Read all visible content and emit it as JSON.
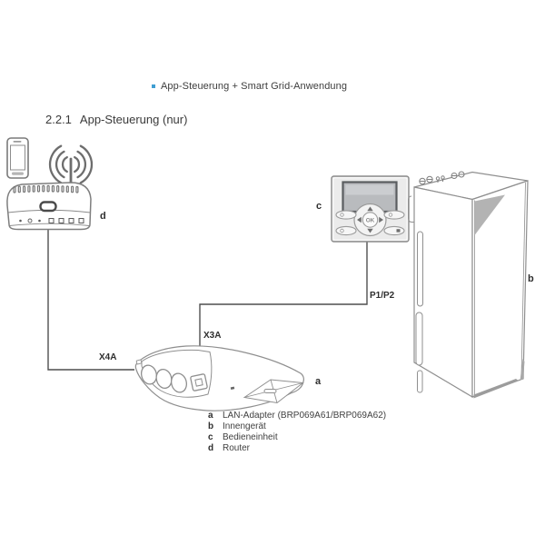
{
  "intro": {
    "bullet_text": "App-Steuerung + Smart Grid-Anwendung"
  },
  "heading": {
    "number": "2.2.1",
    "title": "App-Steuerung (nur)"
  },
  "diagram": {
    "wire_labels": {
      "x4a": "X4A",
      "x3a": "X3A",
      "p1p2": "P1/P2"
    },
    "device_labels": {
      "lan_adapter": "a",
      "indoor_unit": "b",
      "controller": "c",
      "router": "d"
    },
    "controller": {
      "ok_button": "OK"
    },
    "legend": [
      {
        "key": "a",
        "label": "LAN-Adapter (BRP069A61/BRP069A62)"
      },
      {
        "key": "b",
        "label": "Innengerät"
      },
      {
        "key": "c",
        "label": "Bedieneinheit"
      },
      {
        "key": "d",
        "label": "Router"
      }
    ],
    "colors": {
      "bullet": "#3f9ed2",
      "body_text": "#3d3d3d",
      "line_art": "#8f8f8f",
      "wire": "#4f4f4f",
      "shading": "#b3b3b3"
    }
  }
}
